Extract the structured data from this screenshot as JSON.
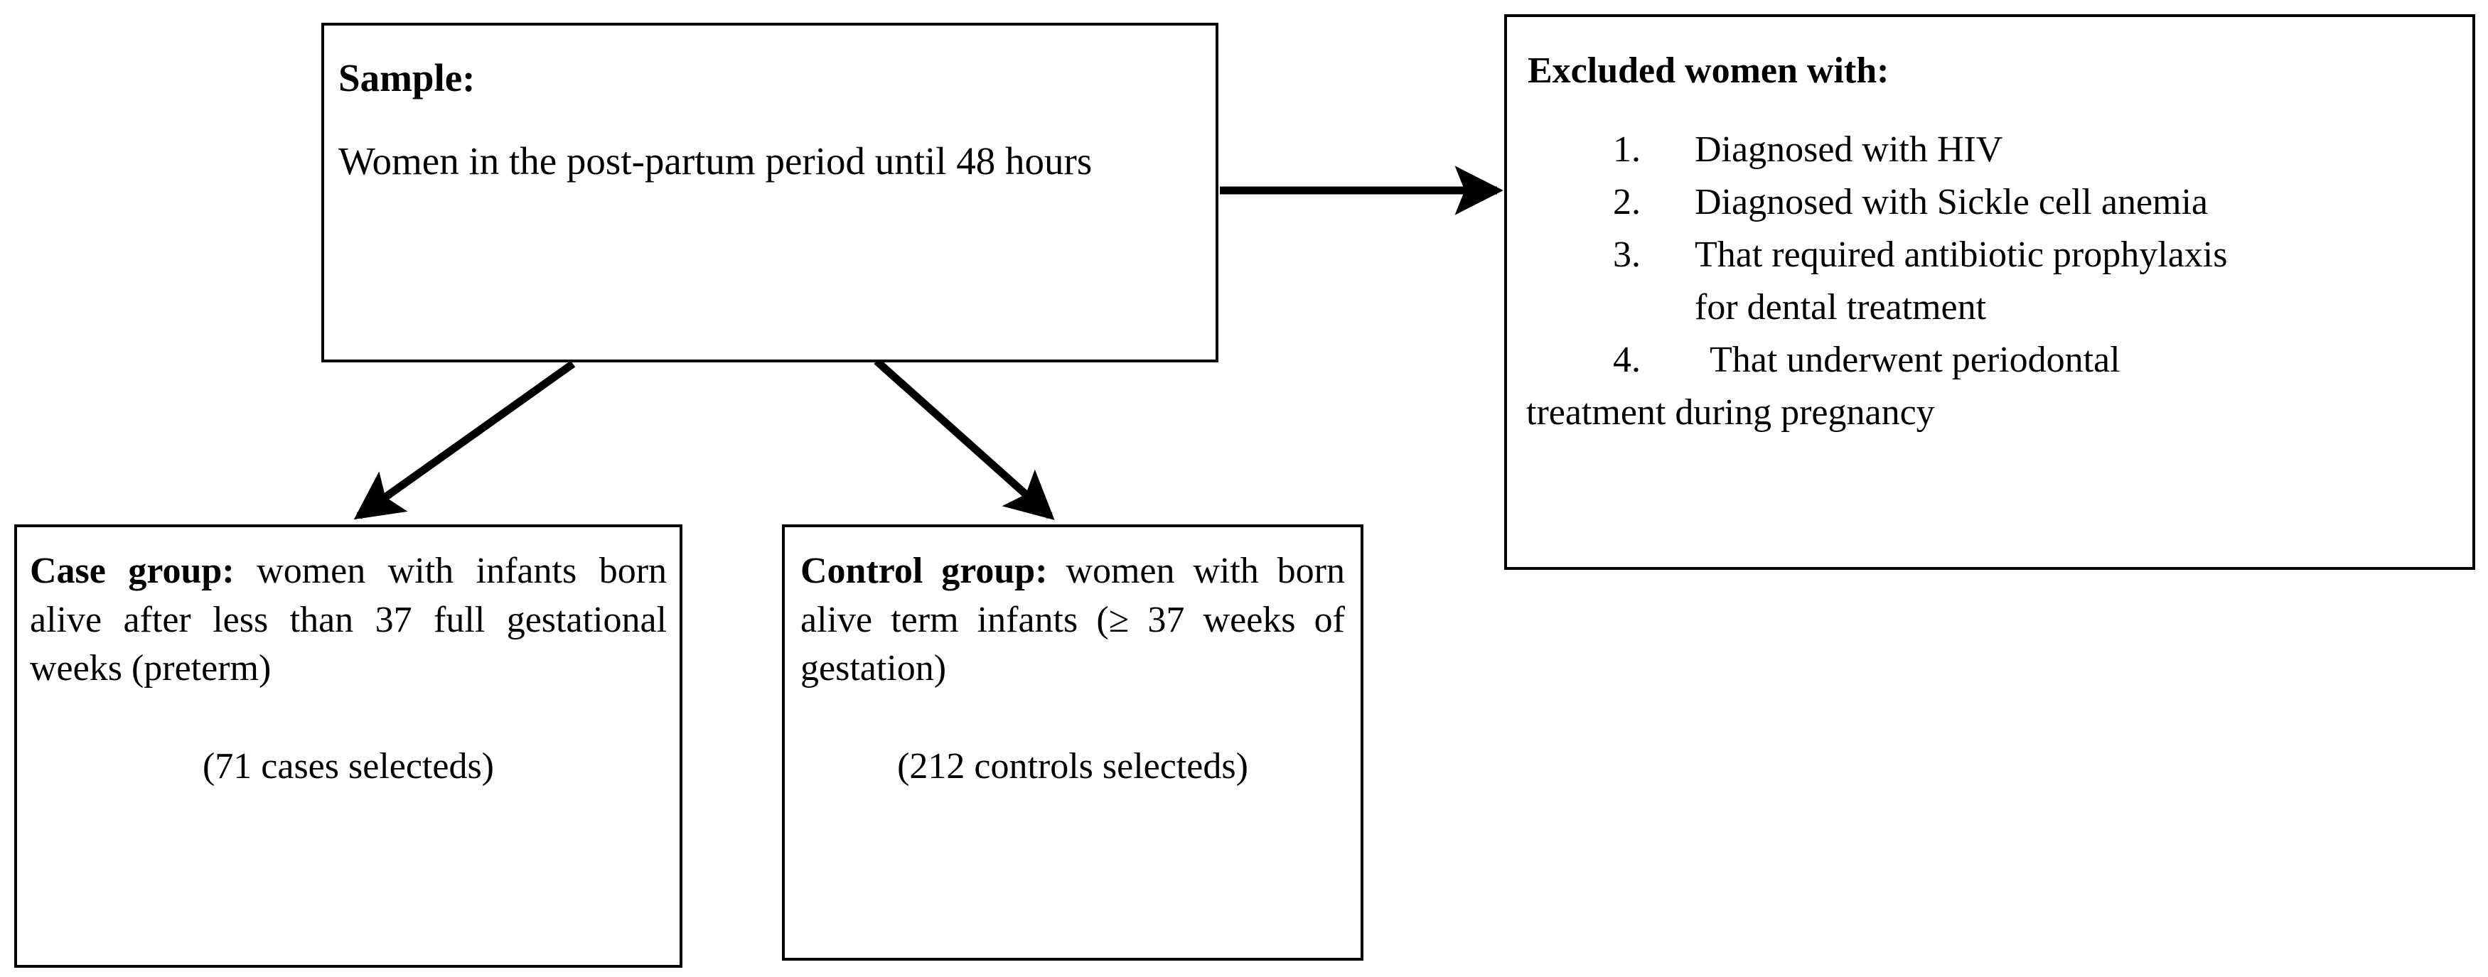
{
  "diagram": {
    "type": "study-flowchart",
    "sample_box": {
      "title": "Sample:",
      "body": "Women in the post-partum period until 48 hours"
    },
    "excluded_box": {
      "title": "Excluded women with:",
      "items": [
        {
          "number": "1.",
          "text": "Diagnosed with HIV",
          "continuation": ""
        },
        {
          "number": "2.",
          "text": "Diagnosed with Sickle cell anemia",
          "continuation": ""
        },
        {
          "number": "3.",
          "text": "That required antibiotic prophylaxis",
          "continuation": "for dental treatment"
        },
        {
          "number": "4.",
          "text": "That underwent periodontal",
          "continuation": "treatment during pregnancy"
        }
      ]
    },
    "case_box": {
      "label": "Case group:",
      "description": " women with infants born alive after less than 37 full gestational weeks (preterm)",
      "count": "(71 cases selecteds)"
    },
    "control_box": {
      "label": "Control group:",
      "description": " women with born alive term infants (≥ 37 weeks of gestation)",
      "count": "(212 controls selecteds)"
    },
    "connectors": [
      {
        "name": "sample-to-excluded",
        "from": "sample_box",
        "to": "excluded_box",
        "direction": "right"
      },
      {
        "name": "sample-to-case",
        "from": "sample_box",
        "to": "case_box",
        "direction": "down-left"
      },
      {
        "name": "sample-to-control",
        "from": "sample_box",
        "to": "control_box",
        "direction": "down-right"
      }
    ],
    "colors": {
      "background": "#ffffff",
      "stroke": "#000000",
      "text": "#000000"
    }
  }
}
